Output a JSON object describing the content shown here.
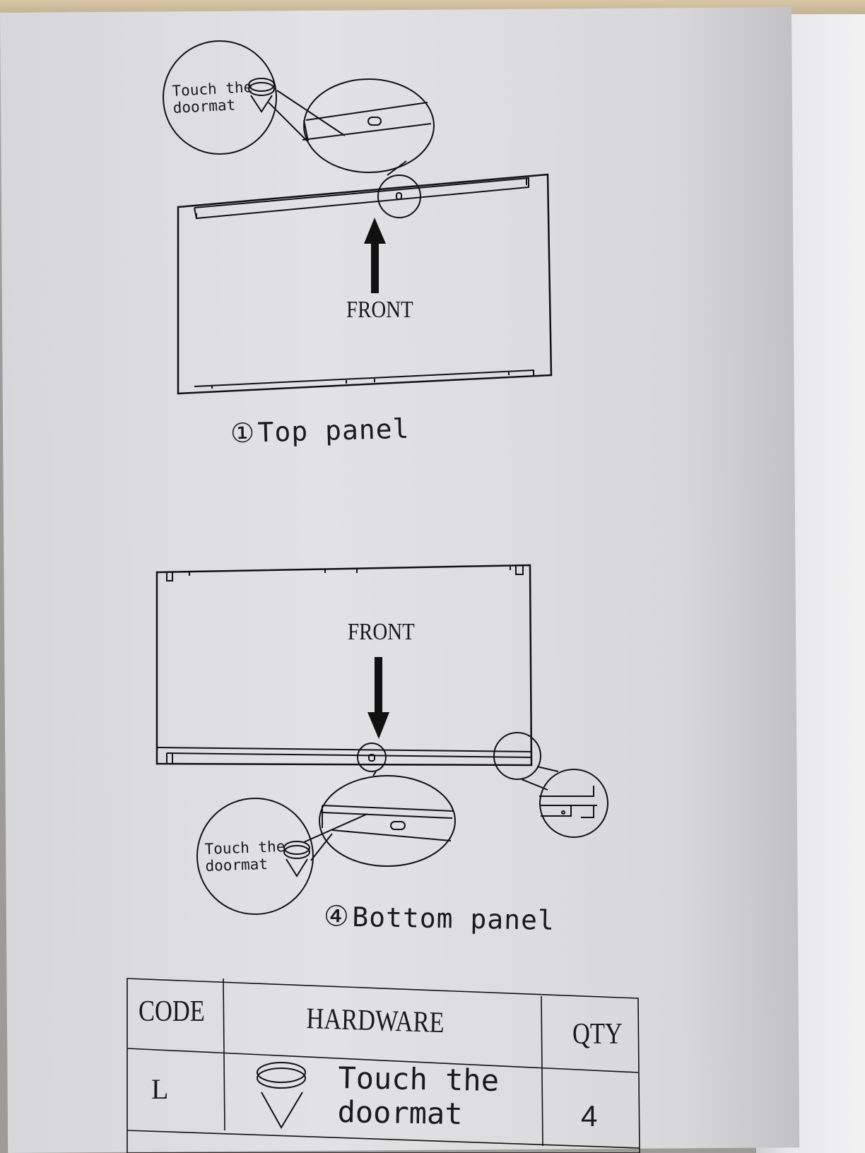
{
  "top_panel": {
    "callout_line1": "Touch the",
    "callout_line2": "doormat",
    "direction_label": "FRONT",
    "number": "①",
    "caption": "Top panel"
  },
  "bottom_panel": {
    "callout_line1": "Touch the",
    "callout_line2": "doormat",
    "direction_label": "FRONT",
    "number": "④",
    "caption": "Bottom panel"
  },
  "hardware_table": {
    "headers": {
      "code": "CODE",
      "hardware": "HARDWARE",
      "qty": "QTY"
    },
    "rows": [
      {
        "code": "L",
        "hardware_line1": "Touch the",
        "hardware_line2": "doormat",
        "qty": "4",
        "icon": "doormat-bumper-icon"
      }
    ]
  }
}
